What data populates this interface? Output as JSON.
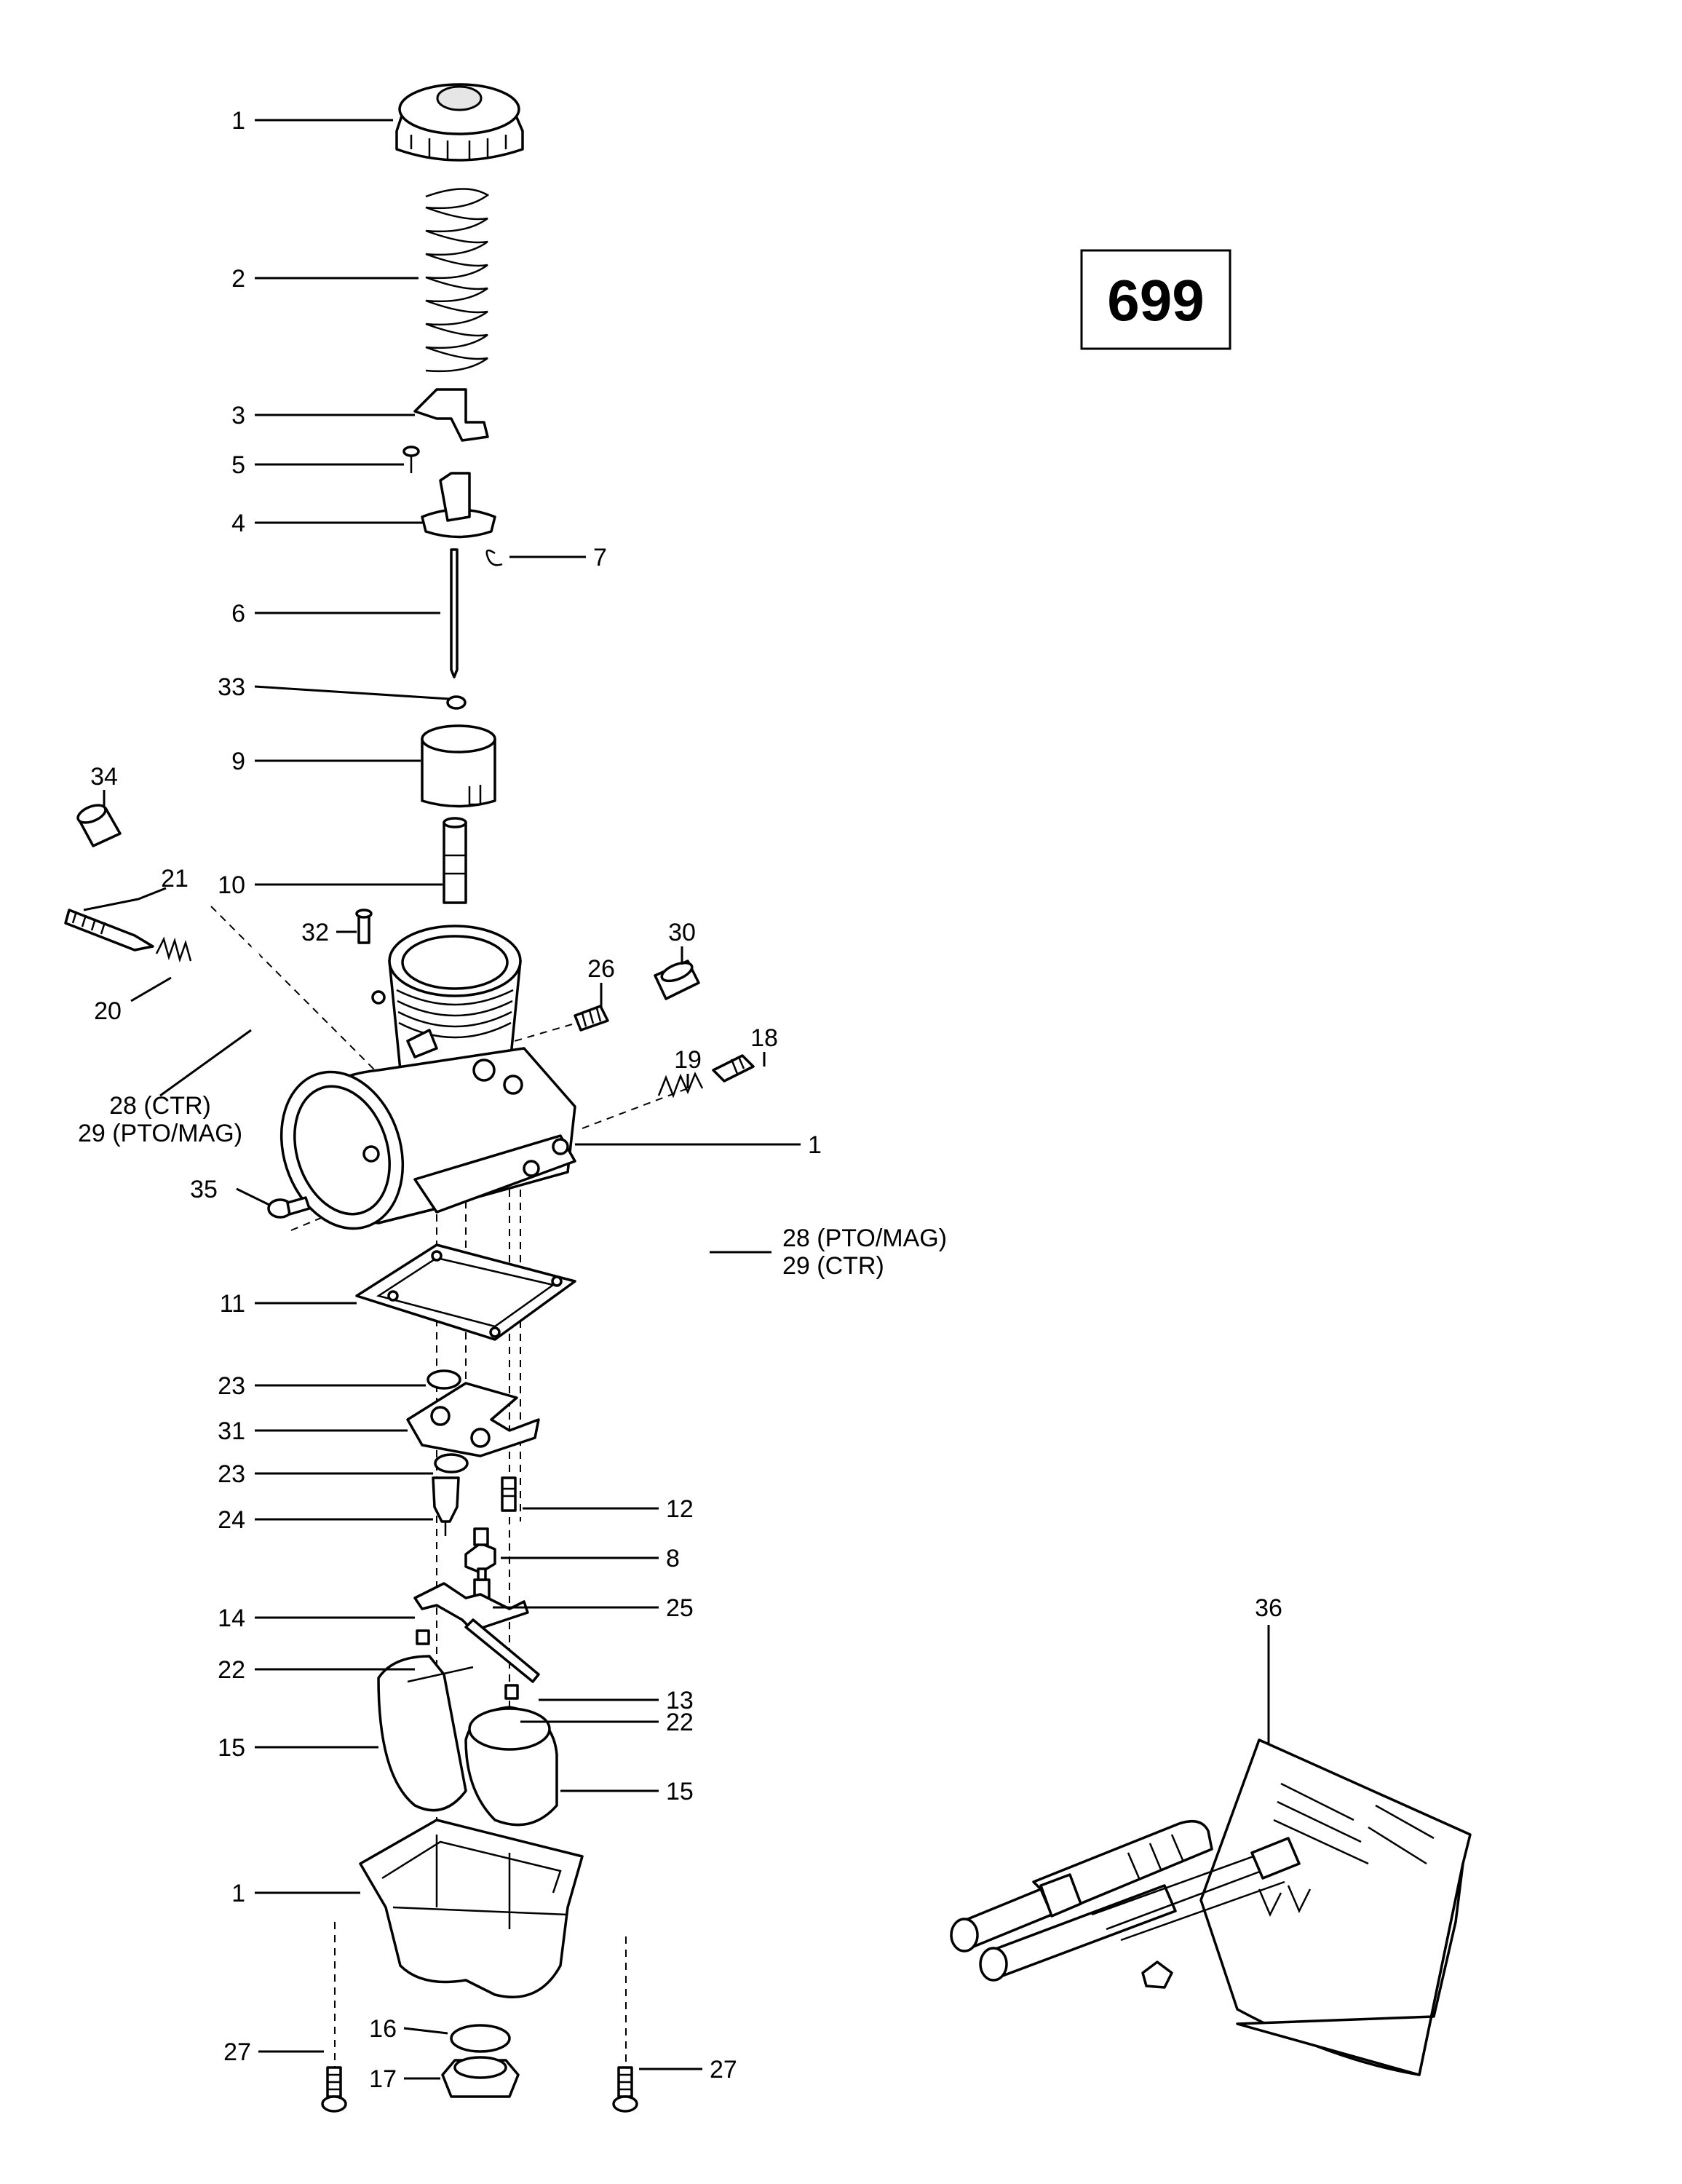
{
  "diagram": {
    "reference_number": "699",
    "callouts": [
      {
        "id": "c1a",
        "text": "1"
      },
      {
        "id": "c2",
        "text": "2"
      },
      {
        "id": "c3",
        "text": "3"
      },
      {
        "id": "c5",
        "text": "5"
      },
      {
        "id": "c4",
        "text": "4"
      },
      {
        "id": "c7",
        "text": "7"
      },
      {
        "id": "c6",
        "text": "6"
      },
      {
        "id": "c33",
        "text": "33"
      },
      {
        "id": "c9",
        "text": "9"
      },
      {
        "id": "c34",
        "text": "34"
      },
      {
        "id": "c21",
        "text": "21"
      },
      {
        "id": "c10",
        "text": "10"
      },
      {
        "id": "c32",
        "text": "32"
      },
      {
        "id": "c30",
        "text": "30"
      },
      {
        "id": "c26",
        "text": "26"
      },
      {
        "id": "c20",
        "text": "20"
      },
      {
        "id": "c18",
        "text": "18"
      },
      {
        "id": "c19",
        "text": "19"
      },
      {
        "id": "c28ctr",
        "text": "28 (CTR)"
      },
      {
        "id": "c29pto",
        "text": "29 (PTO/MAG)"
      },
      {
        "id": "c1b",
        "text": "1"
      },
      {
        "id": "c35",
        "text": "35"
      },
      {
        "id": "c28pto",
        "text": "28 (PTO/MAG)"
      },
      {
        "id": "c29ctr",
        "text": "29 (CTR)"
      },
      {
        "id": "c11",
        "text": "11"
      },
      {
        "id": "c23a",
        "text": "23"
      },
      {
        "id": "c31",
        "text": "31"
      },
      {
        "id": "c23b",
        "text": "23"
      },
      {
        "id": "c12",
        "text": "12"
      },
      {
        "id": "c24",
        "text": "24"
      },
      {
        "id": "c8",
        "text": "8"
      },
      {
        "id": "c25",
        "text": "25"
      },
      {
        "id": "c14",
        "text": "14"
      },
      {
        "id": "c22a",
        "text": "22"
      },
      {
        "id": "c13",
        "text": "13"
      },
      {
        "id": "c22b",
        "text": "22"
      },
      {
        "id": "c15a",
        "text": "15"
      },
      {
        "id": "c15b",
        "text": "15"
      },
      {
        "id": "c36",
        "text": "36"
      },
      {
        "id": "c1c",
        "text": "1"
      },
      {
        "id": "c16",
        "text": "16"
      },
      {
        "id": "c27a",
        "text": "27"
      },
      {
        "id": "c17",
        "text": "17"
      },
      {
        "id": "c27b",
        "text": "27"
      }
    ]
  }
}
